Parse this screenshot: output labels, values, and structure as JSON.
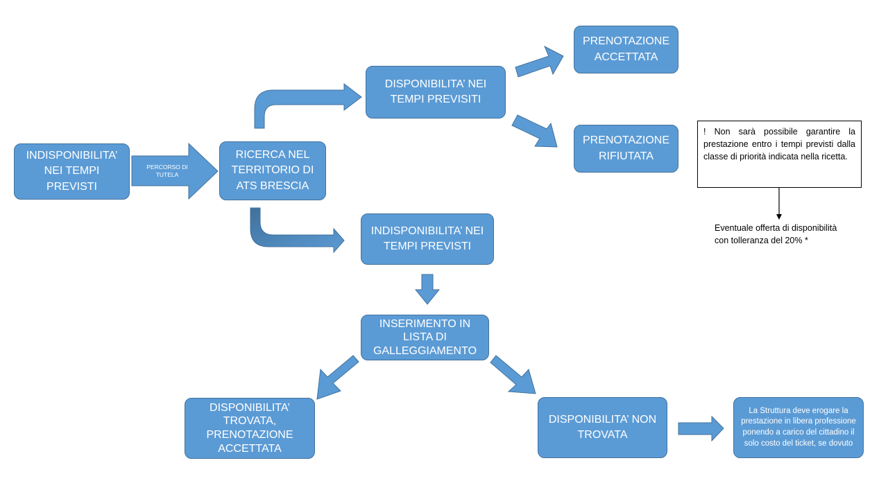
{
  "colors": {
    "box_fill": "#5b9bd5",
    "box_border": "#41719c",
    "arrow_fill": "#5b9bd5",
    "text": "#ffffff"
  },
  "nodes": {
    "indisponibilita_start": "INDISPONIBILITA’\nNEI TEMPI\nPREVISTI",
    "ricerca": "RICERCA NEL\nTERRITORIO DI\nATS BRESCIA",
    "disponibilita_tempi": "DISPONIBILITA’ NEI\nTEMPI PREVISITI",
    "prenotazione_accettata": "PRENOTAZIONE\nACCETTATA",
    "prenotazione_rifiutata": "PRENOTAZIONE\nRIFIUTATA",
    "indisponibilita_tempi": "INDISPONIBILITA’ NEI\nTEMPI PREVISTI",
    "inserimento_lista": "INSERIMENTO IN\nLISTA DI\nGALLEGGIAMENTO",
    "disponibilita_trovata": "DISPONIBILITA’\nTROVATA,\nPRENOTAZIONE\nACCETTATA",
    "disponibilita_non_trovata": "DISPONIBILITA’ NON\nTROVATA",
    "struttura": "La Struttura deve erogare la prestazione in libera professione ponendo a carico del cittadino il solo costo del ticket, se dovuto"
  },
  "arrow_labels": {
    "percorso_tutela": "PERCORSO DI\nTUTELA"
  },
  "note": {
    "text": "! Non sarà possibile garantire la prestazione entro i tempi previsti dalla classe di priorità indicata nella ricetta.",
    "followup": "Eventuale offerta di disponibilità\ncon tolleranza del 20% *"
  }
}
